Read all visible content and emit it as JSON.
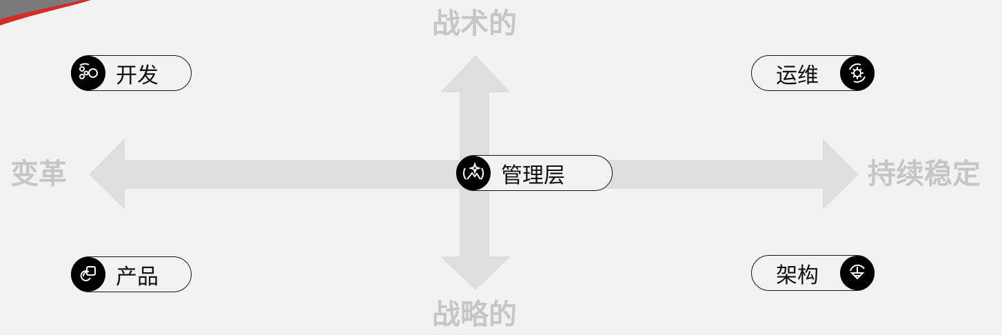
{
  "axis": {
    "top": "战术的",
    "bottom": "战略的",
    "left": "变革",
    "right": "持续稳定"
  },
  "nodes": {
    "development": {
      "label": "开发",
      "icon": "cycle-dots-icon"
    },
    "operations": {
      "label": "运维",
      "icon": "gear-cycle-icon"
    },
    "management": {
      "label": "管理层",
      "icon": "sparkle-mountain-icon"
    },
    "product": {
      "label": "产品",
      "icon": "link-square-icon"
    },
    "architecture": {
      "label": "架构",
      "icon": "structure-icon"
    }
  },
  "colors": {
    "background": "#f2f2f2",
    "arrow": "#dedede",
    "axis_text": "#c6c6c6",
    "badge": "#000000",
    "accent_red": "#d32b26"
  }
}
